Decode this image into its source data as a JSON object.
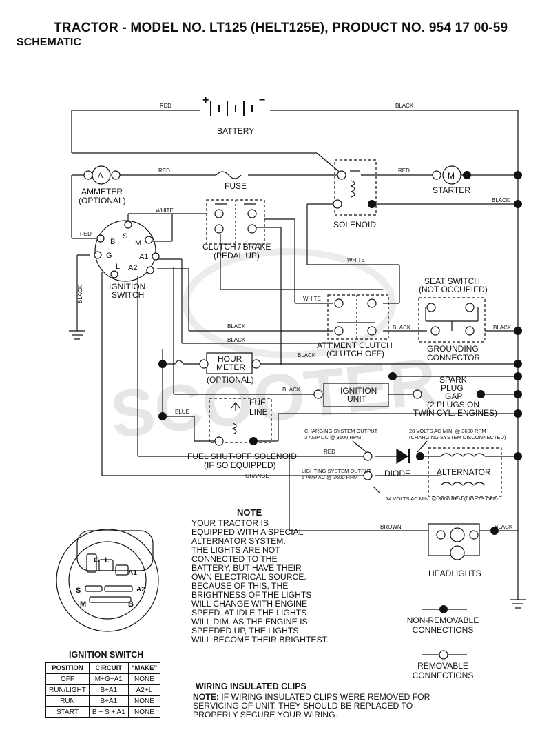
{
  "header": {
    "title": "TRACTOR - MODEL NO. LT125 (HELT125E), PRODUCT NO. 954 17 00-59",
    "subtitle": "SCHEMATIC"
  },
  "components": {
    "battery": "BATTERY",
    "ammeter_line1": "AMMETER",
    "ammeter_line2": "(OPTIONAL)",
    "ammeter_symbol": "A",
    "fuse": "FUSE",
    "starter": "STARTER",
    "starter_symbol": "M",
    "solenoid": "SOLENOID",
    "clutch_brake_line1": "CLUTCH / BRAKE",
    "clutch_brake_line2": "(PEDAL UP)",
    "ignition_switch_line1": "IGNITION",
    "ignition_switch_line2": "SWITCH",
    "seat_switch_line1": "SEAT SWITCH",
    "seat_switch_line2": "(NOT OCCUPIED)",
    "grounding_line1": "GROUNDING",
    "grounding_line2": "CONNECTOR",
    "attment_line1": "ATT'MENT CLUTCH",
    "attment_line2": "(CLUTCH OFF)",
    "hour_meter_line1": "HOUR",
    "hour_meter_line2": "METER",
    "hour_meter_line3": "(OPTIONAL)",
    "ignition_unit_line1": "IGNITION",
    "ignition_unit_line2": "UNIT",
    "spark_line1": "SPARK",
    "spark_line2": "PLUG",
    "spark_line3": "GAP",
    "spark_line4": "(2 PLUGS ON",
    "spark_line5": "TWIN CYL. ENGINES)",
    "fuel_line1": "FUEL",
    "fuel_line2": "LINE",
    "fuel_solenoid_line1": "FUEL SHUT-OFF SOLENOID",
    "fuel_solenoid_line2": "(IF SO EQUIPPED)",
    "diode": "DIODE",
    "alternator": "ALTERNATOR",
    "headlights": "HEADLIGHTS"
  },
  "terminals": {
    "b": "B",
    "s": "S",
    "m": "M",
    "g": "G",
    "l": "L",
    "a1": "A1",
    "a2": "A2",
    "plus": "+",
    "minus": "−"
  },
  "wires": {
    "red": "RED",
    "black": "BLACK",
    "white": "WHITE",
    "blue": "BLUE",
    "orange": "ORANGE",
    "brown": "BROWN"
  },
  "specs": {
    "charging_line1": "CHARGING SYSTEM OUTPUT",
    "charging_line2": "3 AMP DC @ 3600 RPM",
    "volts28_line1": "28 VOLTS AC MIN. @ 3600 RPM",
    "volts28_line2": "(CHARGING SYSTEM DISCONNECTED)",
    "lighting_line1": "LIGHTING SYSTEM OUTPUT",
    "lighting_line2": "5 AMP AC @ 3600 RPM",
    "volts14": "14 VOLTS AC MIN. @ 3600 RPM (LIGHTS OFF)"
  },
  "note": {
    "title": "NOTE",
    "lines": [
      "YOUR TRACTOR IS",
      "EQUIPPED WITH A SPECIAL",
      "ALTERNATOR SYSTEM.",
      "THE LIGHTS ARE NOT",
      "CONNECTED TO THE",
      "BATTERY, BUT HAVE THEIR",
      "OWN ELECTRICAL SOURCE.",
      "BECAUSE OF THIS, THE",
      "BRIGHTNESS OF THE LIGHTS",
      "WILL CHANGE WITH ENGINE",
      "SPEED.  AT IDLE THE LIGHTS",
      "WILL DIM.  AS THE ENGINE IS",
      "SPEEDED UP, THE LIGHTS",
      "WILL BECOME THEIR BRIGHTEST."
    ]
  },
  "legend": {
    "non_removable_line1": "NON-REMOVABLE",
    "non_removable_line2": "CONNECTIONS",
    "removable_line1": "REMOVABLE",
    "removable_line2": "CONNECTIONS"
  },
  "ignition_switch_table": {
    "title": "IGNITION SWITCH",
    "headers": [
      "POSITION",
      "CIRCUIT",
      "“MAKE”"
    ],
    "rows": [
      [
        "OFF",
        "M+G+A1",
        "NONE"
      ],
      [
        "RUN/LIGHT",
        "B+A1",
        "A2+L"
      ],
      [
        "RUN",
        "B+A1",
        "NONE"
      ],
      [
        "START",
        "B + S + A1",
        "NONE"
      ]
    ]
  },
  "clips": {
    "title": "WIRING INSULATED CLIPS",
    "note_label": "NOTE:",
    "line1": " IF WIRING INSULATED CLIPS WERE REMOVED FOR",
    "line2": "SERVICING OF UNIT, THEY SHOULD BE REPLACED TO",
    "line3": "PROPERLY SECURE YOUR WIRING."
  },
  "watermark": "SCOOTER"
}
